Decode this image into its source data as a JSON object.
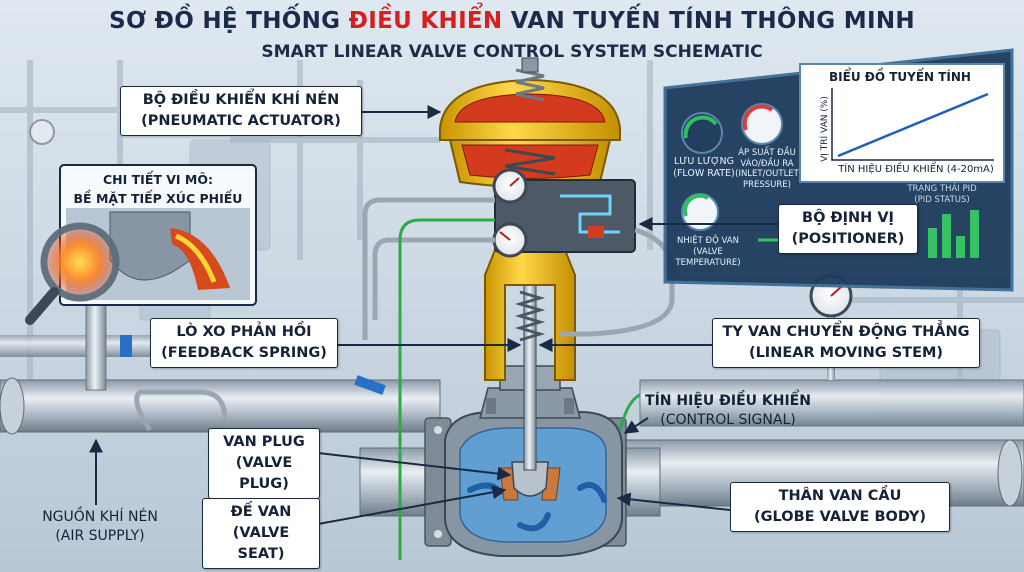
{
  "title": {
    "main_prefix": "SƠ ĐỒ HỆ THỐNG ",
    "main_highlight": "ĐIỀU KHIỂN",
    "main_suffix": " VAN TUYẾN TÍNH THÔNG MINH",
    "subtitle": "SMART LINEAR VALVE CONTROL SYSTEM SCHEMATIC"
  },
  "labels": {
    "actuator": [
      "BỘ ĐIỀU KHIỂN KHÍ NÉN",
      "(PNEUMATIC ACTUATOR)"
    ],
    "positioner": [
      "BỘ ĐỊNH VỊ",
      "(POSITIONER)"
    ],
    "feedback_spring": [
      "LÒ XO PHẢN HỒI",
      "(FEEDBACK SPRING)"
    ],
    "stem": [
      "TY VAN CHUYỂN ĐỘNG THẲNG",
      "(LINEAR MOVING STEM)"
    ],
    "control_signal": [
      "TÍN HIỆU ĐIỀU KHIỂN",
      "(CONTROL SIGNAL)"
    ],
    "valve_plug": [
      "VAN PLUG",
      "(VALVE PLUG)"
    ],
    "valve_seat": [
      "ĐẾ VAN",
      "(VALVE SEAT)"
    ],
    "body": [
      "THÂN VAN CẦU",
      "(GLOBE VALVE BODY)"
    ],
    "air_supply": [
      "NGUỒN KHÍ NÉN",
      "(AIR SUPPLY)"
    ]
  },
  "inset": {
    "title": [
      "CHI TIẾT VI MÔ:",
      "BỀ MẶT TIẾP XÚC PHIẾU"
    ]
  },
  "screen": {
    "flow": [
      "LƯU LƯỢNG",
      "(FLOW RATE)"
    ],
    "pressure": [
      "ÁP SUẤT ĐẦU",
      "VÀO/ĐẦU RA",
      "(INLET/OUTLET",
      "PRESSURE)"
    ],
    "temperature": [
      "NHIỆT ĐỘ VAN",
      "(VALVE TEMPERATURE)"
    ],
    "pid": [
      "TRẠNG THÁI PID",
      "(PID STATUS)"
    ]
  },
  "colors": {
    "accent_red": "#d62020",
    "actuator_yellow": "#f2c21b",
    "dark_navy": "#1b2a44",
    "signal_green": "#2fa84a",
    "fluid_blue": "#3b8fd6"
  },
  "chart_data": {
    "type": "line",
    "title": "BIỂU ĐỒ TUYẾN TÍNH",
    "xlabel": "TÍN HIỆU ĐIỀU KHIỂN (4-20mA)",
    "ylabel": "VỊ TRÍ VAN (%)",
    "x": [
      0,
      1
    ],
    "y": [
      0,
      1
    ]
  }
}
